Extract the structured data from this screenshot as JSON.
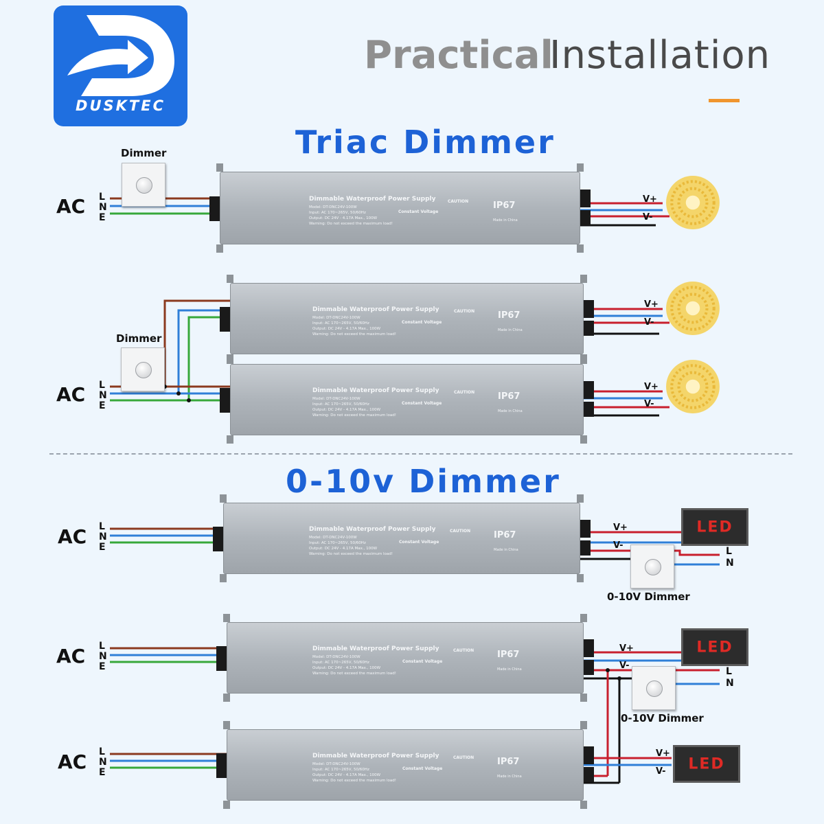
{
  "brand": {
    "name": "DUSKTEC",
    "primary_color": "#1f6fe0"
  },
  "header": {
    "word1": "Practical",
    "word2": "Installation",
    "accent_color": "#f0952e"
  },
  "sections": {
    "triac": {
      "title": "Triac Dimmer"
    },
    "zero_ten": {
      "title": "0-10v Dimmer"
    }
  },
  "labels": {
    "ac": "AC",
    "l": "L",
    "n": "N",
    "e": "E",
    "dimmer": "Dimmer",
    "dimmer_0_10": "0-10V Dimmer",
    "v_plus": "V+",
    "v_minus": "V-",
    "led": "LED"
  },
  "power_supply": {
    "title": "Dimmable Waterproof Power Supply",
    "model_line": "Model: DT-DNC24V-100W",
    "input_line": "Input: AC 170~265V, 50/60Hz",
    "output_line": "Output: DC 24V - 4.17A Max., 100W",
    "warning_line": "Warning: Do not exceed the maximum load!",
    "mode": "Constant Voltage",
    "caution": "CAUTION",
    "rating": "IP67",
    "origin": "Made in China"
  },
  "wire_colors": {
    "live": "#8b3a1f",
    "neutral": "#2f7fd8",
    "earth": "#37a83a",
    "vplus": "#c81f2d",
    "vminus": "#111111",
    "dim_neg": "#2f7fd8"
  }
}
